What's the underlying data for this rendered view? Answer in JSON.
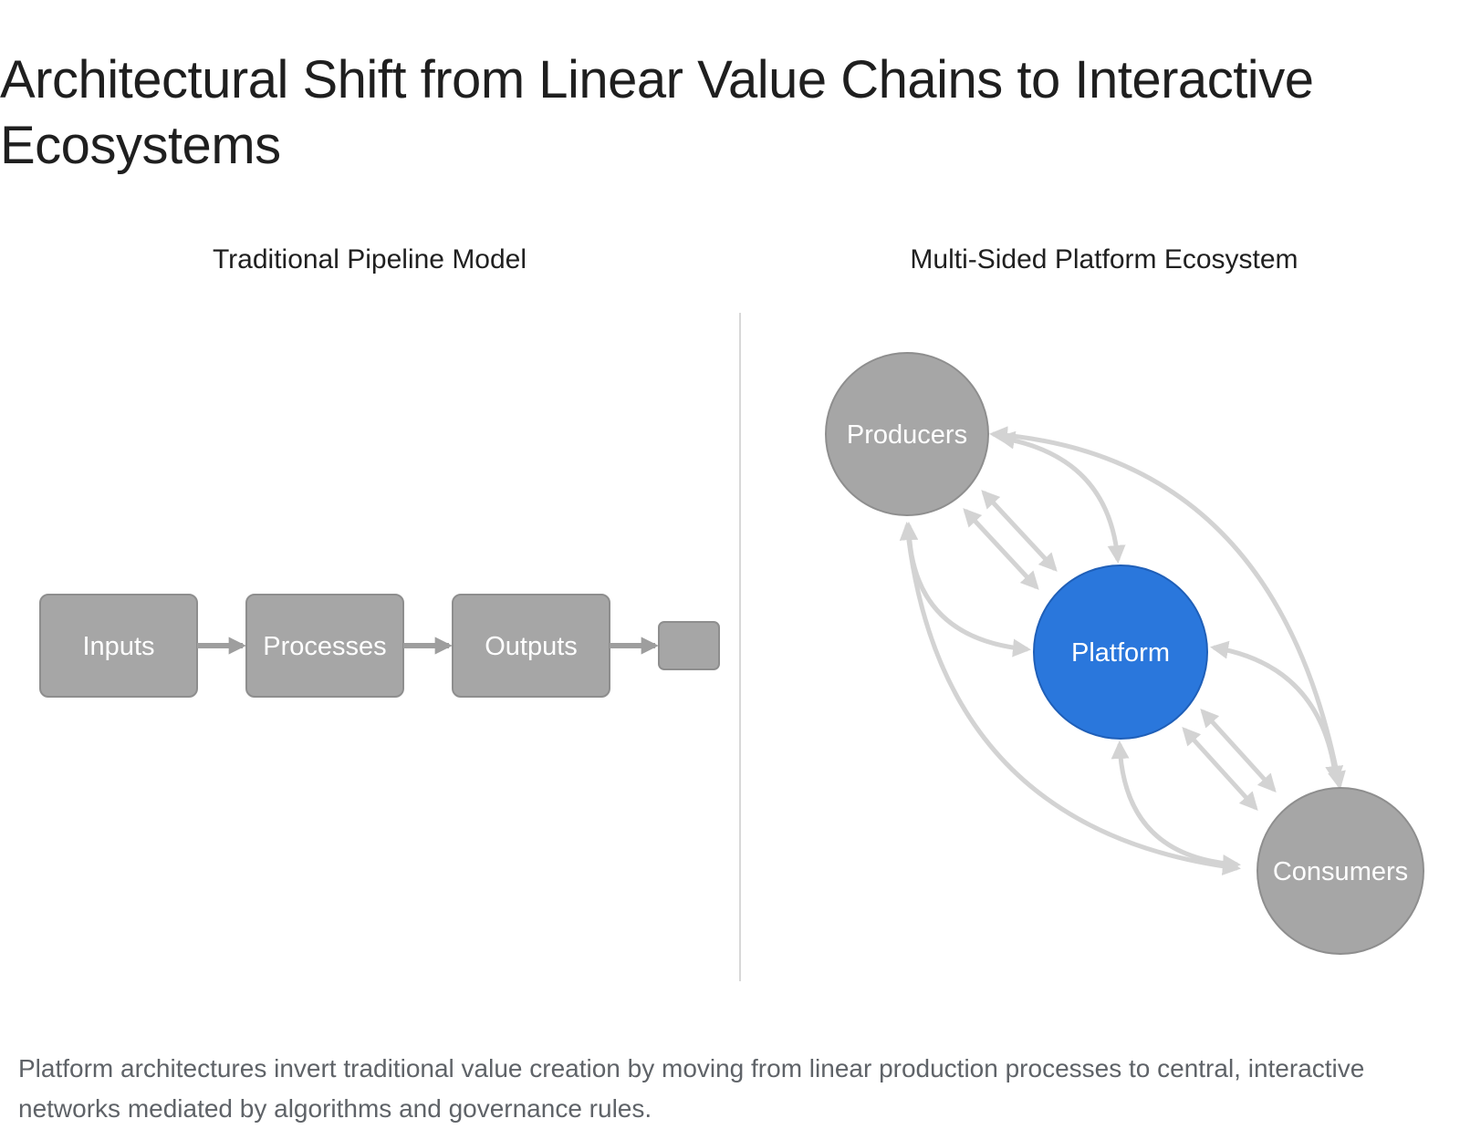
{
  "title": "Architectural Shift from Linear Value Chains to Interactive Ecosystems",
  "pipeline": {
    "title": "Traditional Pipeline Model",
    "steps": [
      "Inputs",
      "Processes",
      "Outputs"
    ],
    "box_color": "#a6a6a6"
  },
  "ecosystem": {
    "title": "Multi-Sided Platform Ecosystem",
    "nodes": {
      "producers": "Producers",
      "platform": "Platform",
      "consumers": "Consumers"
    },
    "platform_color": "#2a77dc",
    "node_color": "#a6a6a6",
    "arrow_color": "#d3d3d3"
  },
  "caption": "Platform architectures invert traditional value creation by moving from linear production processes to central, interactive networks mediated by algorithms and governance rules."
}
